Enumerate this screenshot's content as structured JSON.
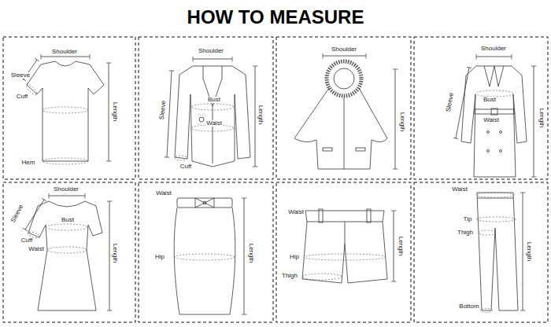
{
  "diagram": {
    "title": "HOW TO MEASURE",
    "labels": [
      "Shoulder",
      "Sleeve",
      "Cuff",
      "Length",
      "Hem",
      "Shoulder",
      "Sleeve",
      "Bust",
      "Waist",
      "Length",
      "Cuff",
      "Shoulder",
      "Length",
      "Shoulder",
      "Sleeve",
      "Bust",
      "Waist",
      "Length",
      "Shoulder",
      "Sleeve",
      "Bust",
      "Cuff",
      "Waist",
      "Length",
      "Waist",
      "Hip",
      "Length",
      "Waist",
      "Hip",
      "Thigh",
      "Length",
      "Waist",
      "Tip",
      "Thigh",
      "Length",
      "Bottom"
    ]
  }
}
